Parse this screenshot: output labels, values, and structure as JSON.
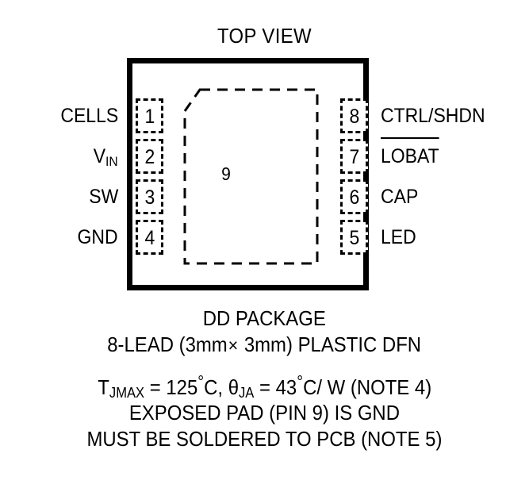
{
  "title": "TOP VIEW",
  "package": {
    "exposed_pad_number": "9",
    "pins_left": [
      {
        "number": "1",
        "name": "CELLS",
        "name_base": "CELLS",
        "subscript": "",
        "overline": false
      },
      {
        "number": "2",
        "name": "VIN",
        "name_base": "V",
        "subscript": "IN",
        "overline": false
      },
      {
        "number": "3",
        "name": "SW",
        "name_base": "SW",
        "subscript": "",
        "overline": false
      },
      {
        "number": "4",
        "name": "GND",
        "name_base": "GND",
        "subscript": "",
        "overline": false
      }
    ],
    "pins_right": [
      {
        "number": "8",
        "name": "CTRL/SHDN",
        "name_base": "CTRL/SHDN",
        "subscript": "",
        "overline": false
      },
      {
        "number": "7",
        "name": "LOBAT",
        "name_base": "LOBAT",
        "subscript": "",
        "overline": true
      },
      {
        "number": "6",
        "name": "CAP",
        "name_base": "CAP",
        "subscript": "",
        "overline": false
      },
      {
        "number": "5",
        "name": "LED",
        "name_base": "LED",
        "subscript": "",
        "overline": false
      }
    ]
  },
  "captions": {
    "package_name": "DD PACKAGE",
    "lead_count_prefix": "8-LEAD (3mm",
    "lead_count_times": "×",
    "lead_count_suffix": "3mm) PLASTIC DFN",
    "thermal": {
      "t_symbol": "T",
      "t_subscript": "JMAX",
      "t_value": " = 125",
      "t_unit": "C, ",
      "theta_symbol": "θ",
      "theta_subscript": "JA",
      "theta_value": " = 43",
      "theta_unit": "C/ W (NOTE 4)",
      "degree": "°"
    },
    "exposed_pad_note": "EXPOSED PAD (PIN 9) IS GND",
    "solder_note": "MUST BE SOLDERED TO PCB (NOTE 5)"
  },
  "colors": {
    "ink": "#000000",
    "paper": "#ffffff"
  }
}
